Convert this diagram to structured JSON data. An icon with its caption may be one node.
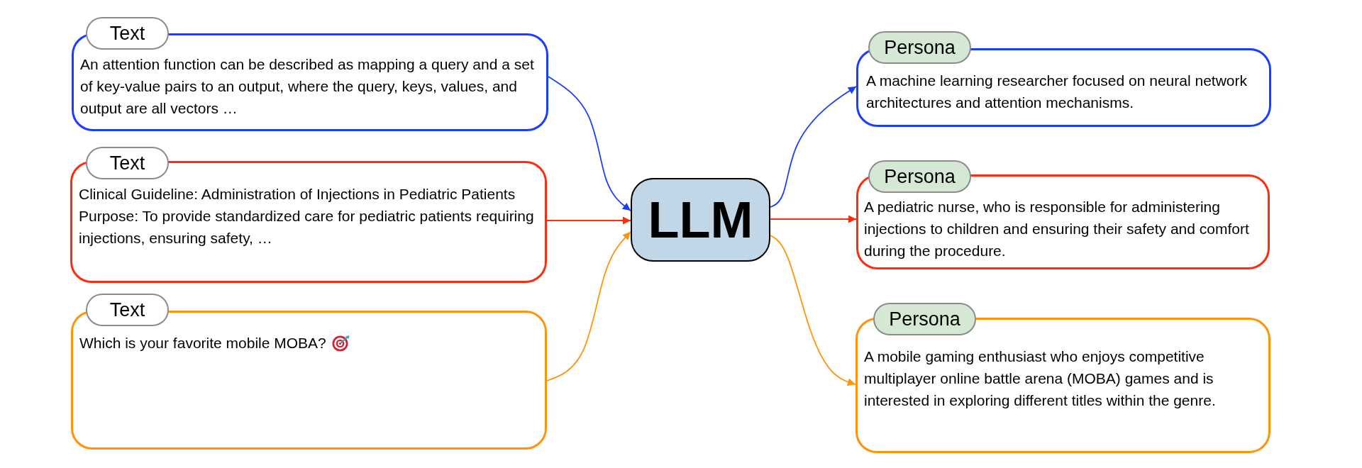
{
  "diagram": {
    "nodes": [
      {
        "text": [
          "Text",
          "An attention function can be described as mapping a query and a set of key-value pairs to an output, where the query, keys, values, and output are all vectors …"
        ]
      },
      {
        "text": [
          "Text",
          "Clinical Guideline: Administration of Injections in Pediatric Patients",
          "Purpose: To provide standardized care for pediatric patients requiring injections, ensuring safety, …"
        ]
      },
      {
        "text": [
          "Text",
          "Which is your favorite mobile MOBA?"
        ]
      },
      {
        "text": [
          "LLM"
        ]
      },
      {
        "text": [
          "Persona",
          "A machine learning researcher focused on neural network architectures and attention mechanisms."
        ]
      },
      {
        "text": [
          "Persona",
          "A pediatric nurse, who is responsible for administering injections to children and ensuring their safety and comfort during the procedure."
        ]
      },
      {
        "text": [
          "Persona",
          "A mobile gaming enthusiast who enjoys competitive multiplayer online battle arena (MOBA) games and is interested in exploring different titles within the genre."
        ]
      }
    ],
    "edges": [
      {
        "from": 0,
        "to": 3,
        "arrow": "to",
        "color": "#1b3dff"
      },
      {
        "from": 1,
        "to": 3,
        "arrow": "to",
        "color": "#ff2b0e"
      },
      {
        "from": 2,
        "to": 3,
        "arrow": "to",
        "color": "#ff9408"
      },
      {
        "from": 3,
        "to": 4,
        "arrow": "to",
        "color": "#1b3dff"
      },
      {
        "from": 3,
        "to": 5,
        "arrow": "to",
        "color": "#ff2b0e"
      },
      {
        "from": 3,
        "to": 6,
        "arrow": "to",
        "color": "#ff9408"
      }
    ]
  }
}
